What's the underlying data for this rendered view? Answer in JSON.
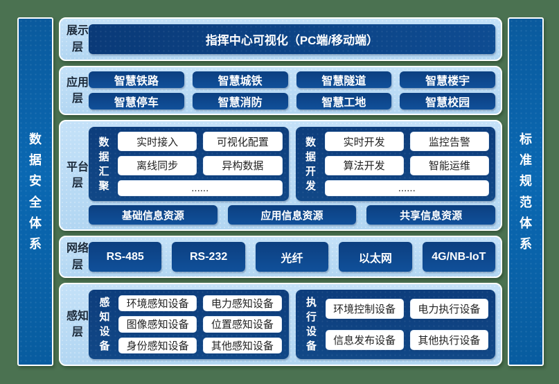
{
  "diagram": {
    "left_bar_label": "数据安全体系",
    "right_bar_label": "标准规范体系"
  },
  "layers": [
    {
      "label": "展示层",
      "title": "指挥中心可视化（PC端/移动端）"
    },
    {
      "label": "应用层",
      "apps": [
        "智慧铁路",
        "智慧城铁",
        "智慧隧道",
        "智慧楼宇",
        "智慧停车",
        "智慧消防",
        "智慧工地",
        "智慧校园"
      ]
    },
    {
      "label": "平台层",
      "groups": [
        {
          "name": "数据汇聚",
          "items": [
            "实时接入",
            "可视化配置",
            "离线同步",
            "异构数据",
            "......"
          ]
        },
        {
          "name": "数据开发",
          "items": [
            "实时开发",
            "监控告警",
            "算法开发",
            "智能运维",
            "......"
          ]
        }
      ],
      "resources": [
        "基础信息资源",
        "应用信息资源",
        "共享信息资源"
      ]
    },
    {
      "label": "网络层",
      "protocols": [
        "RS-485",
        "RS-232",
        "光纤",
        "以太网",
        "4G/NB-IoT"
      ]
    },
    {
      "label": "感知层",
      "groups": [
        {
          "name": "感知设备",
          "items": [
            "环境感知设备",
            "电力感知设备",
            "图像感知设备",
            "位置感知设备",
            "身份感知设备",
            "其他感知设备"
          ]
        },
        {
          "name": "执行设备",
          "items": [
            "环境控制设备",
            "电力执行设备",
            "信息发布设备",
            "其他执行设备"
          ]
        }
      ]
    }
  ],
  "colors": {
    "background_green": "#4b7251",
    "panel_light_blue": "#b8dbf5",
    "box_dark_blue": "#0e4a8e",
    "group_box_navy": "#0f427f",
    "sidebar_blue": "#0a64ab",
    "white_chip": "#ffffff",
    "text_light": "#ffffff",
    "text_dark": "#1c2a3a"
  }
}
